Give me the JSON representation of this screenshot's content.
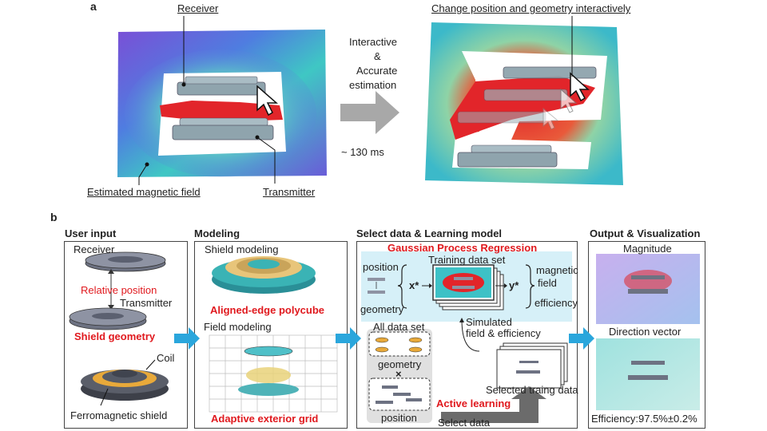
{
  "panel_a": {
    "letter": "a",
    "receiver": "Receiver",
    "estimated_field": "Estimated magnetic field",
    "transmitter": "Transmitter",
    "arrow_line1": "Interactive",
    "arrow_line2": "&",
    "arrow_line3": "Accurate",
    "arrow_line4": "estimation",
    "timing": "~ 130 ms",
    "change_label": "Change position and geometry interactively"
  },
  "panel_b": {
    "letter": "b",
    "user_input": {
      "title": "User input",
      "receiver": "Receiver",
      "relative_position": "Relative position",
      "transmitter": "Transmitter",
      "shield_geometry": "Shield geometry",
      "coil": "Coil",
      "ferromagnetic_shield": "Ferromagnetic shield"
    },
    "modeling": {
      "title": "Modeling",
      "shield_modeling": "Shield modeling",
      "aligned_edge": "Aligned-edge polycube",
      "field_modeling": "Field modeling",
      "adaptive_grid": "Adaptive exterior grid"
    },
    "learning": {
      "title": "Select data & Learning model",
      "gpr": "Gaussian Process Regression",
      "training_set": "Training data set",
      "position": "position",
      "geometry": "geometry",
      "x_star": "x*",
      "y_star": "y*",
      "magnetic": "magnetic",
      "field": "field",
      "efficiency": "efficiency",
      "simulated1": "Simulated",
      "simulated2": "field & efficiency",
      "all_data": "All data set",
      "geometry2": "geometry",
      "times": "×",
      "position2": "position",
      "active_learning": "Active learning",
      "selected_training": "Selected traing data",
      "select_data": "Select data"
    },
    "output": {
      "title": "Output & Visualization",
      "magnitude": "Magnitude",
      "direction": "Direction vector",
      "efficiency": "Efficiency:97.5%±0.2%"
    }
  },
  "colors": {
    "accent_red": "#e0191e",
    "flow_arrow": "#2aa6dc",
    "grey_arrow": "#a8a8a8",
    "coil_grey": "#8fa4ad"
  }
}
